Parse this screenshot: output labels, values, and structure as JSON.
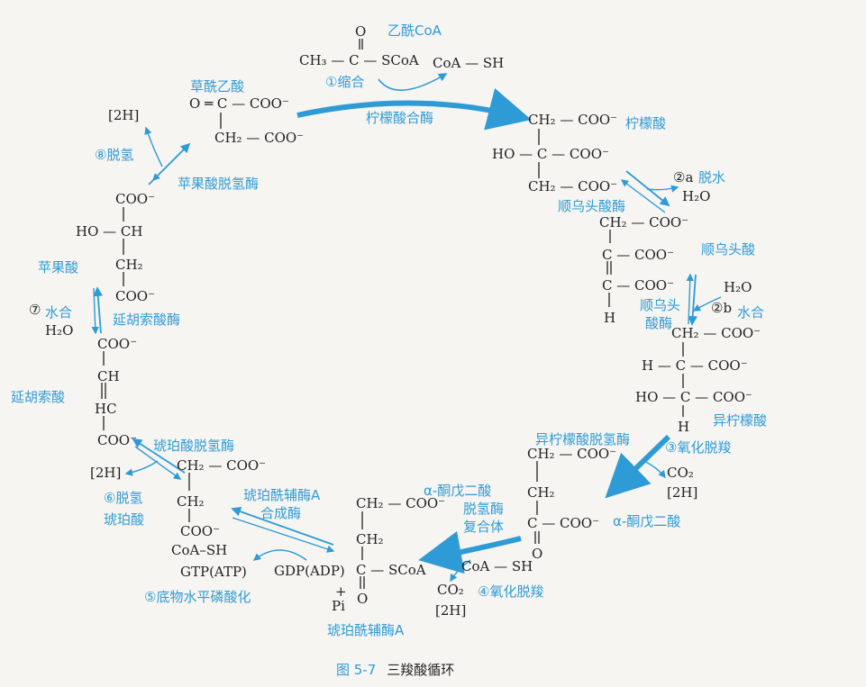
{
  "figure": {
    "label": "图 5-7",
    "title": "三羧酸循环"
  },
  "colors": {
    "label": "#2f9bd6",
    "arrow": "#2f9bd6",
    "ink": "#222222"
  },
  "steps": {
    "s1": "①缩合",
    "s2a_num": "②a",
    "s2a_name": "脱水",
    "s2b_num": "②b",
    "s2b_name": "水合",
    "s3": "③氧化脱羧",
    "s4": "④氧化脱羧",
    "s5": "⑤底物水平磷酸化",
    "s6": "⑥脱氢",
    "s7_num": "⑦",
    "s7_name": "水合",
    "s8": "⑧脱氢"
  },
  "enzymes": {
    "citrate_synthase": "柠檬酸合酶",
    "aconitase": "顺乌头酸酶",
    "aconitase2_l1": "顺乌头",
    "aconitase2_l2": "酸酶",
    "icdh": "异柠檬酸脱氢酶",
    "akgdh_l1": "α-酮戊二酸",
    "akgdh_l2": "脱氢酶",
    "akgdh_l3": "复合体",
    "scs_l1": "琥珀酰辅酶A",
    "scs_l2": "合成酶",
    "sdh": "琥珀酸脱氢酶",
    "fumarase": "延胡索酸酶",
    "mdh": "苹果酸脱氢酶"
  },
  "compounds": {
    "acetyl_coa": "乙酰CoA",
    "citrate": "柠檬酸",
    "cis_aconitate": "顺乌头酸",
    "isocitrate": "异柠檬酸",
    "akg": "α-酮戊二酸",
    "succinyl_coa": "琥珀酰辅酶A",
    "succinate": "琥珀酸",
    "fumarate": "延胡索酸",
    "malate": "苹果酸",
    "oaa": "草酰乙酸"
  },
  "cofactors": {
    "coash": "CoA — SH",
    "h2o": "H₂O",
    "co2": "CO₂",
    "h2": "[2H]",
    "gtp": "GTP(ATP)",
    "gdp": "GDP(ADP)",
    "plus": "+",
    "pi": "Pi",
    "coash_succ": "CoA–SH"
  },
  "formulas": {
    "acetyl_o": "O",
    "acetyl_main": "CH₃ — C — SCoA",
    "oaa_top": "O ═ C — COO⁻",
    "oaa_bot": "CH₂ — COO⁻",
    "cit_1": "CH₂ — COO⁻",
    "cit_2": "HO — C — COO⁻",
    "cit_3": "CH₂ — COO⁻",
    "cis_1": "CH₂ — COO⁻",
    "cis_2": "C — COO⁻",
    "cis_3": "C — COO⁻",
    "cis_4": "H",
    "iso_1": "CH₂ — COO⁻",
    "iso_2": "H — C — COO⁻",
    "iso_3": "HO — C — COO⁻",
    "iso_4": "H",
    "akg_1": "CH₂ — COO⁻",
    "akg_2": "CH₂",
    "akg_3": "C — COO⁻",
    "akg_4": "O",
    "sco_1": "CH₂ — COO⁻",
    "sco_2": "CH₂",
    "sco_3": "C — SCoA",
    "sco_4": "O",
    "suc_1": "CH₂ — COO⁻",
    "suc_2": "CH₂",
    "suc_3": "COO⁻",
    "fum_1": "COO⁻",
    "fum_2": "CH",
    "fum_3": "HC",
    "fum_4": "COO⁻",
    "mal_1": "COO⁻",
    "mal_2": "HO — CH",
    "mal_3": "CH₂",
    "mal_4": "COO⁻"
  }
}
